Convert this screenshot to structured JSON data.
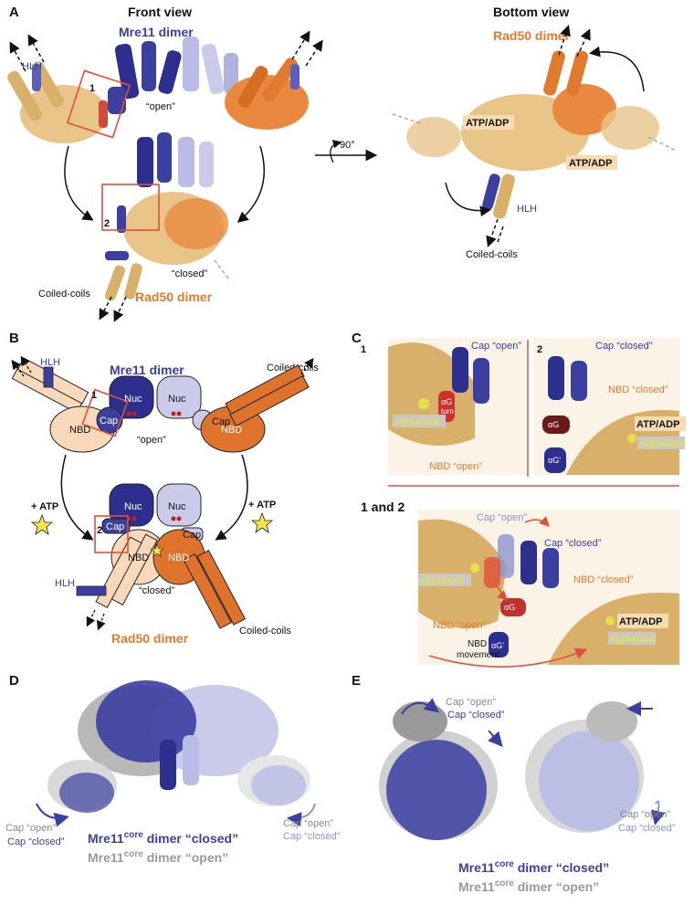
{
  "colors": {
    "mre11_dark": "#2d2f8f",
    "mre11_light": "#c9cbe8",
    "rad50_light": "#f3c99a",
    "rad50_dark": "#e0732b",
    "tan": "#d9b06a",
    "gray": "#b5b5b5",
    "red_box": "#e0503a",
    "yellow": "#f2e64b"
  },
  "panel_a": {
    "letter": "A",
    "front_title": "Front view",
    "bottom_title": "Bottom view",
    "mre11_dimer": "Mre11 dimer",
    "rad50_dimer": "Rad50 dimer",
    "hlh": "HLH",
    "open": "“open”",
    "closed": "“closed”",
    "coiled_coils": "Coiled-coils",
    "box1": "1",
    "box2": "2",
    "rotation": "90°",
    "atp_adp": "ATP/ADP"
  },
  "panel_b": {
    "letter": "B",
    "hlh": "HLH",
    "mre11_dimer": "Mre11 dimer",
    "coiled_coils": "Coiled-coils",
    "nuc": "Nuc",
    "cap": "Cap",
    "nbd": "NBD",
    "open": "“open”",
    "closed": "“closed”",
    "plus_atp": "+ ATP",
    "rad50_dimer": "Rad50 dimer",
    "box1": "1",
    "box2": "2"
  },
  "panel_c": {
    "letter": "C",
    "num1": "1",
    "num2": "2",
    "both": "1 and 2",
    "cap_open": "Cap “open”",
    "cap_closed": "Cap “closed”",
    "nbd_open": "NBD “open”",
    "nbd_closed": "NBD “closed”",
    "signature": "signature",
    "atp_adp": "ATP/ADP",
    "ag": "αG",
    "turn": "turn",
    "ag1": "αG'",
    "nbd_movement_1": "NBD",
    "nbd_movement_2": "movement"
  },
  "panel_d": {
    "letter": "D",
    "cap_open": "Cap “open”",
    "cap_closed": "Cap “closed”",
    "title_closed_a": "Mre11",
    "title_sup": "core",
    "title_closed_b": " dimer “closed”",
    "title_open_b": " dimer “open”"
  },
  "panel_e": {
    "letter": "E",
    "cap_open": "Cap “open”",
    "cap_closed": "Cap “closed”",
    "title_closed_a": "Mre11",
    "title_sup": "core",
    "title_closed_b": " dimer “closed”",
    "title_open_b": " dimer “open”"
  }
}
